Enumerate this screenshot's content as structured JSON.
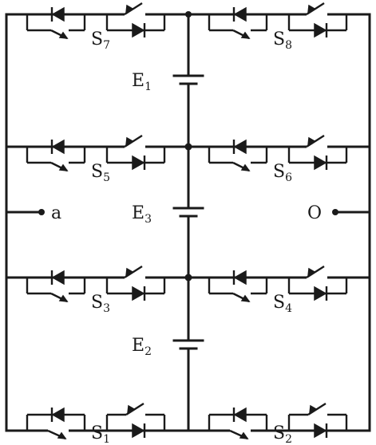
{
  "switches": [
    {
      "id": "s7",
      "letter": "S",
      "number": "7"
    },
    {
      "id": "s8",
      "letter": "S",
      "number": "8"
    },
    {
      "id": "s5",
      "letter": "S",
      "number": "5"
    },
    {
      "id": "s6",
      "letter": "S",
      "number": "6"
    },
    {
      "id": "s3",
      "letter": "S",
      "number": "3"
    },
    {
      "id": "s4",
      "letter": "S",
      "number": "4"
    },
    {
      "id": "s1",
      "letter": "S",
      "number": "1"
    },
    {
      "id": "s2",
      "letter": "S",
      "number": "2"
    }
  ],
  "sources": [
    {
      "id": "e1",
      "letter": "E",
      "number": "1"
    },
    {
      "id": "e3",
      "letter": "E",
      "number": "3"
    },
    {
      "id": "e2",
      "letter": "E",
      "number": "2"
    }
  ],
  "terminals": {
    "left": "a",
    "right": "O"
  },
  "colors": {
    "ink": "#1a1a1a",
    "background": "#ffffff"
  }
}
